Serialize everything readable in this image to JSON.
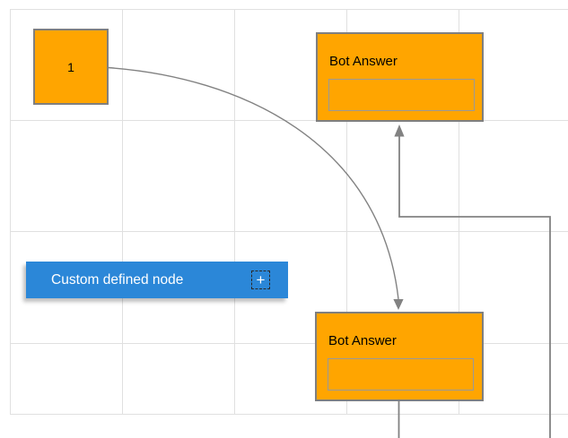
{
  "colors": {
    "background": "#ffffff",
    "grid_line": "#e0e0e0",
    "node_orange": "#ffa500",
    "node_border": "#7f7f7f",
    "field_border": "#999999",
    "custom_blue": "#2b87d8",
    "custom_text": "#ffffff",
    "connector": "#828282"
  },
  "nodes": {
    "source_square": {
      "label": "1"
    },
    "bot_answer_top": {
      "title": "Bot Answer",
      "field_text": ""
    },
    "bot_answer_bottom": {
      "title": "Bot Answer",
      "field_text": ""
    },
    "custom_node": {
      "label": "Custom defined node",
      "add_icon_glyph": "+"
    }
  },
  "connectors": {
    "source_to_bottom": "curved arrow from node 1 to bottom Bot Answer",
    "bottom_to_top": "orthogonal arrow from bottom Bot Answer up into top Bot Answer"
  }
}
